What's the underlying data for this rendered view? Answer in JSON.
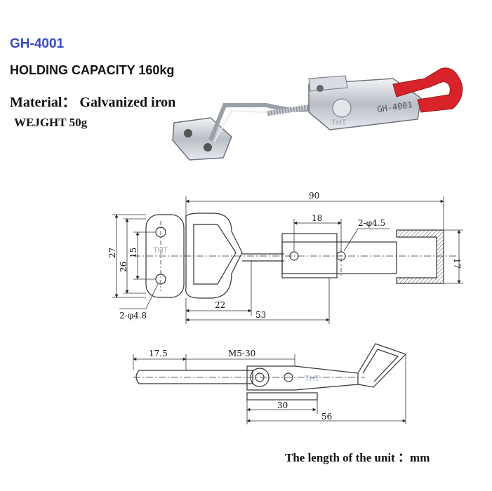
{
  "header": {
    "model": "GH-4001",
    "capacity": "HOLDING CAPACITY 160kg",
    "material": "Material： Galvanized iron",
    "weight": "WEJGHT 50g"
  },
  "watermark": "THT",
  "top_view": {
    "dim_overall": "90",
    "dim_slot": "18",
    "dim_hole_small": "2-φ4.5",
    "dim_height_total": "27",
    "dim_height_inner": "26",
    "dim_hole_spacing": "15",
    "dim_right_height": "17",
    "dim_loop": "22",
    "dim_to_slot": "53",
    "dim_hole_base": "2-φ4.8"
  },
  "side_view": {
    "dim_end": "17.5",
    "dim_thread": "M5-30",
    "dim_base": "30",
    "dim_depth": "56"
  },
  "footer": {
    "unit_label": "The length of the unit ：mm"
  },
  "colors": {
    "model_text": "#3a49c9",
    "handle_red": "#d8232a",
    "metal": "#c9ced6",
    "line": "#333333"
  }
}
